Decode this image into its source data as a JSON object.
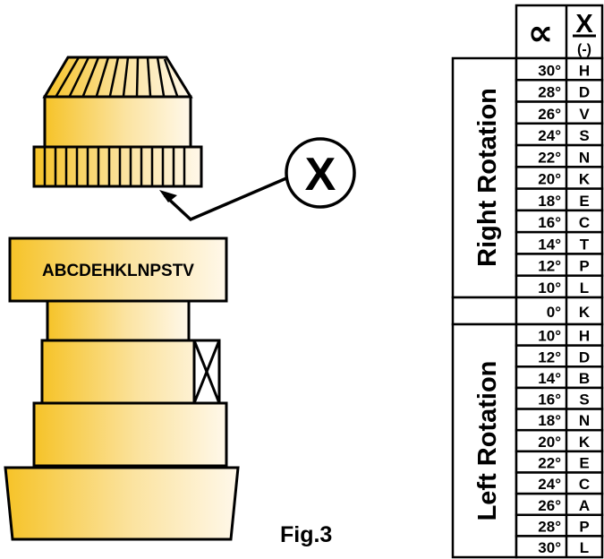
{
  "diagram": {
    "callout_letter": "X",
    "engraving": "ABCDEHKLNPSTV",
    "figure_label": "Fig.3"
  },
  "table": {
    "alpha_symbol": "∝",
    "x_header": "X",
    "x_subheader": "(-)",
    "right_label": "Right Rotation",
    "left_label": "Left Rotation",
    "right_rows": [
      {
        "angle": "30°",
        "code": "H"
      },
      {
        "angle": "28°",
        "code": "D"
      },
      {
        "angle": "26°",
        "code": "V"
      },
      {
        "angle": "24°",
        "code": "S"
      },
      {
        "angle": "22°",
        "code": "N"
      },
      {
        "angle": "20°",
        "code": "K"
      },
      {
        "angle": "18°",
        "code": "E"
      },
      {
        "angle": "16°",
        "code": "C"
      },
      {
        "angle": "14°",
        "code": "T"
      },
      {
        "angle": "12°",
        "code": "P"
      },
      {
        "angle": "10°",
        "code": "L"
      }
    ],
    "zero_row": {
      "angle": "0°",
      "code": "K"
    },
    "left_rows": [
      {
        "angle": "10°",
        "code": "H"
      },
      {
        "angle": "12°",
        "code": "D"
      },
      {
        "angle": "14°",
        "code": "B"
      },
      {
        "angle": "16°",
        "code": "S"
      },
      {
        "angle": "18°",
        "code": "N"
      },
      {
        "angle": "20°",
        "code": "K"
      },
      {
        "angle": "22°",
        "code": "E"
      },
      {
        "angle": "24°",
        "code": "C"
      },
      {
        "angle": "26°",
        "code": "A"
      },
      {
        "angle": "28°",
        "code": "P"
      },
      {
        "angle": "30°",
        "code": "L"
      }
    ]
  }
}
